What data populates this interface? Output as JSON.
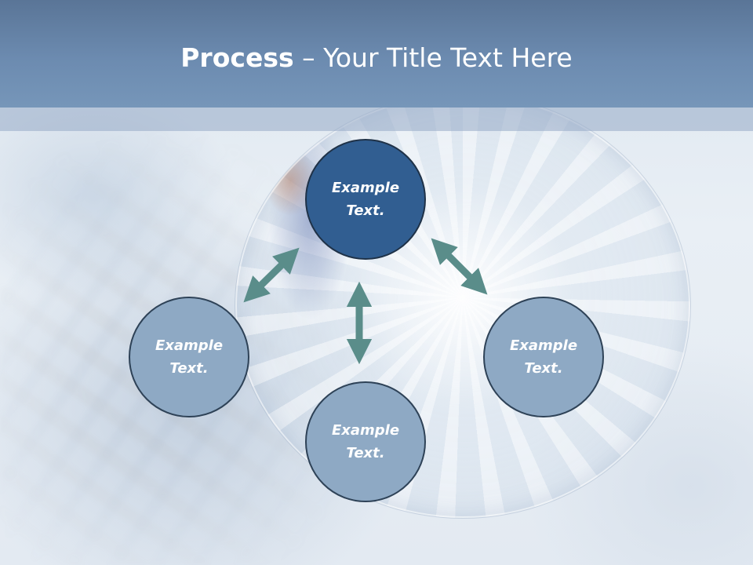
{
  "slide": {
    "title_bold": "Process",
    "title_rest": " – Your Title Text Here"
  },
  "nodes": {
    "top": {
      "line1": "Example",
      "line2": "Text."
    },
    "left": {
      "line1": "Example",
      "line2": "Text."
    },
    "bottom": {
      "line1": "Example",
      "line2": "Text."
    },
    "right": {
      "line1": "Example",
      "line2": "Text."
    }
  },
  "colors": {
    "title_band": "#6c8bb0",
    "center_node": "#315e91",
    "outer_node": "#8ea9c4",
    "arrow": "#5a8d8a"
  },
  "arrows": [
    "top-to-left",
    "top-to-bottom",
    "top-to-right"
  ]
}
